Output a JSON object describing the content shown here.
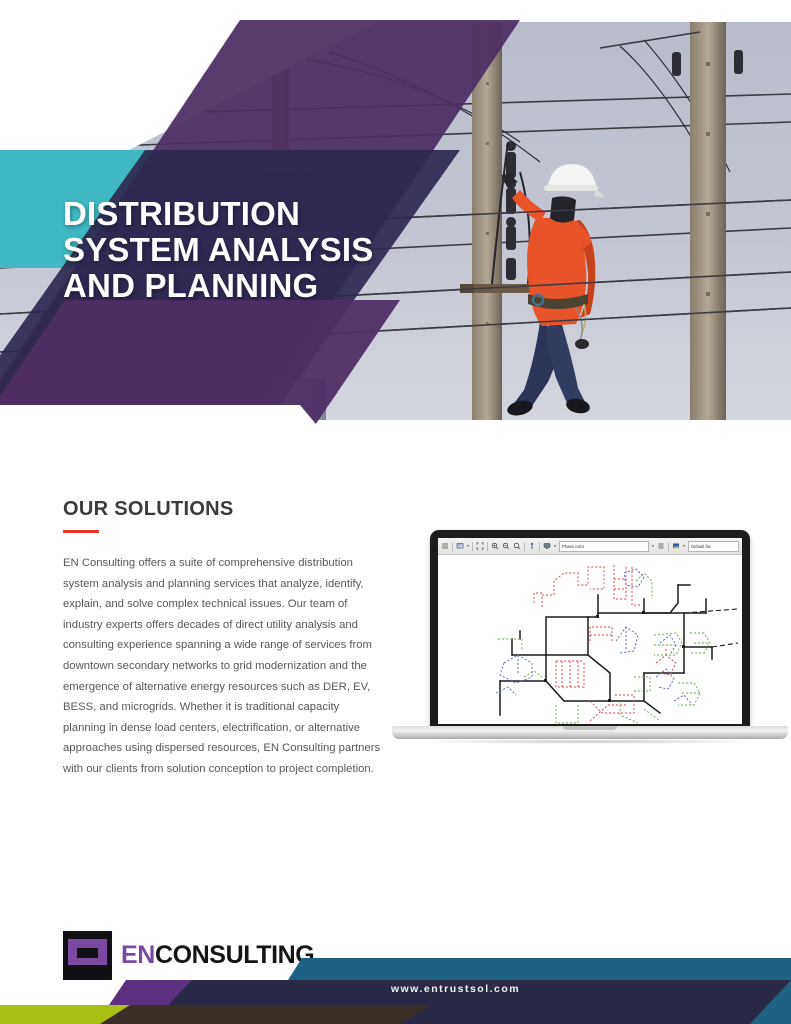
{
  "hero": {
    "title_lines": [
      "DISTRIBUTION",
      "SYSTEM ANALYSIS",
      "AND PLANNING"
    ],
    "photo_alt": "lineworker-on-utility-pole",
    "colors": {
      "teal": "#3fb8c4",
      "purple": "#4c2d63",
      "purple_dark": "#2e2850"
    }
  },
  "solutions": {
    "heading": "OUR SOLUTIONS",
    "rule_color": "#e8362b",
    "body": "EN Consulting offers a suite of comprehensive distribution system analysis and planning services that analyze, identify, explain, and solve complex technical issues. Our team of industry experts offers decades of direct utility analysis and consulting experience spanning a wide range of services from downtown secondary networks to grid modernization and the emergence of alternative energy resources such as DER, EV, BESS, and microgrids. Whether it is traditional capacity planning in dense load centers, electrification, or alternative approaches using dispersed resources, EN Consulting partners with our clients from solution conception to project completion."
  },
  "laptop": {
    "toolbar": {
      "icons": [
        "menu-icon",
        "layers-icon",
        "fit-extent-icon",
        "zoom-in-icon",
        "zoom-out-icon",
        "zoom-select-icon",
        "identify-icon",
        "display-icon",
        "symbology-icon"
      ],
      "phase_color_field": "Phase color",
      "default_face_field": "Default fac"
    },
    "canvas_alt": "distribution-feeder-map",
    "map_colors": {
      "trunk": "#1b1b1b",
      "feeder_red": "#d4494e",
      "feeder_green": "#6aa84f",
      "feeder_blue": "#5566bb"
    }
  },
  "logo": {
    "mark_alt": "en-consulting-mark",
    "text_en": "EN",
    "text_consulting": "CONSULTING",
    "color_purple": "#7a4a9e",
    "color_black": "#151515"
  },
  "footer": {
    "url": "www.entrustsol.com",
    "colors": {
      "teal_blue": "#1d6285",
      "purple": "#5c3080",
      "navy": "#2a2a46",
      "olive": "#a8bf16",
      "brown": "#3b3027"
    }
  }
}
